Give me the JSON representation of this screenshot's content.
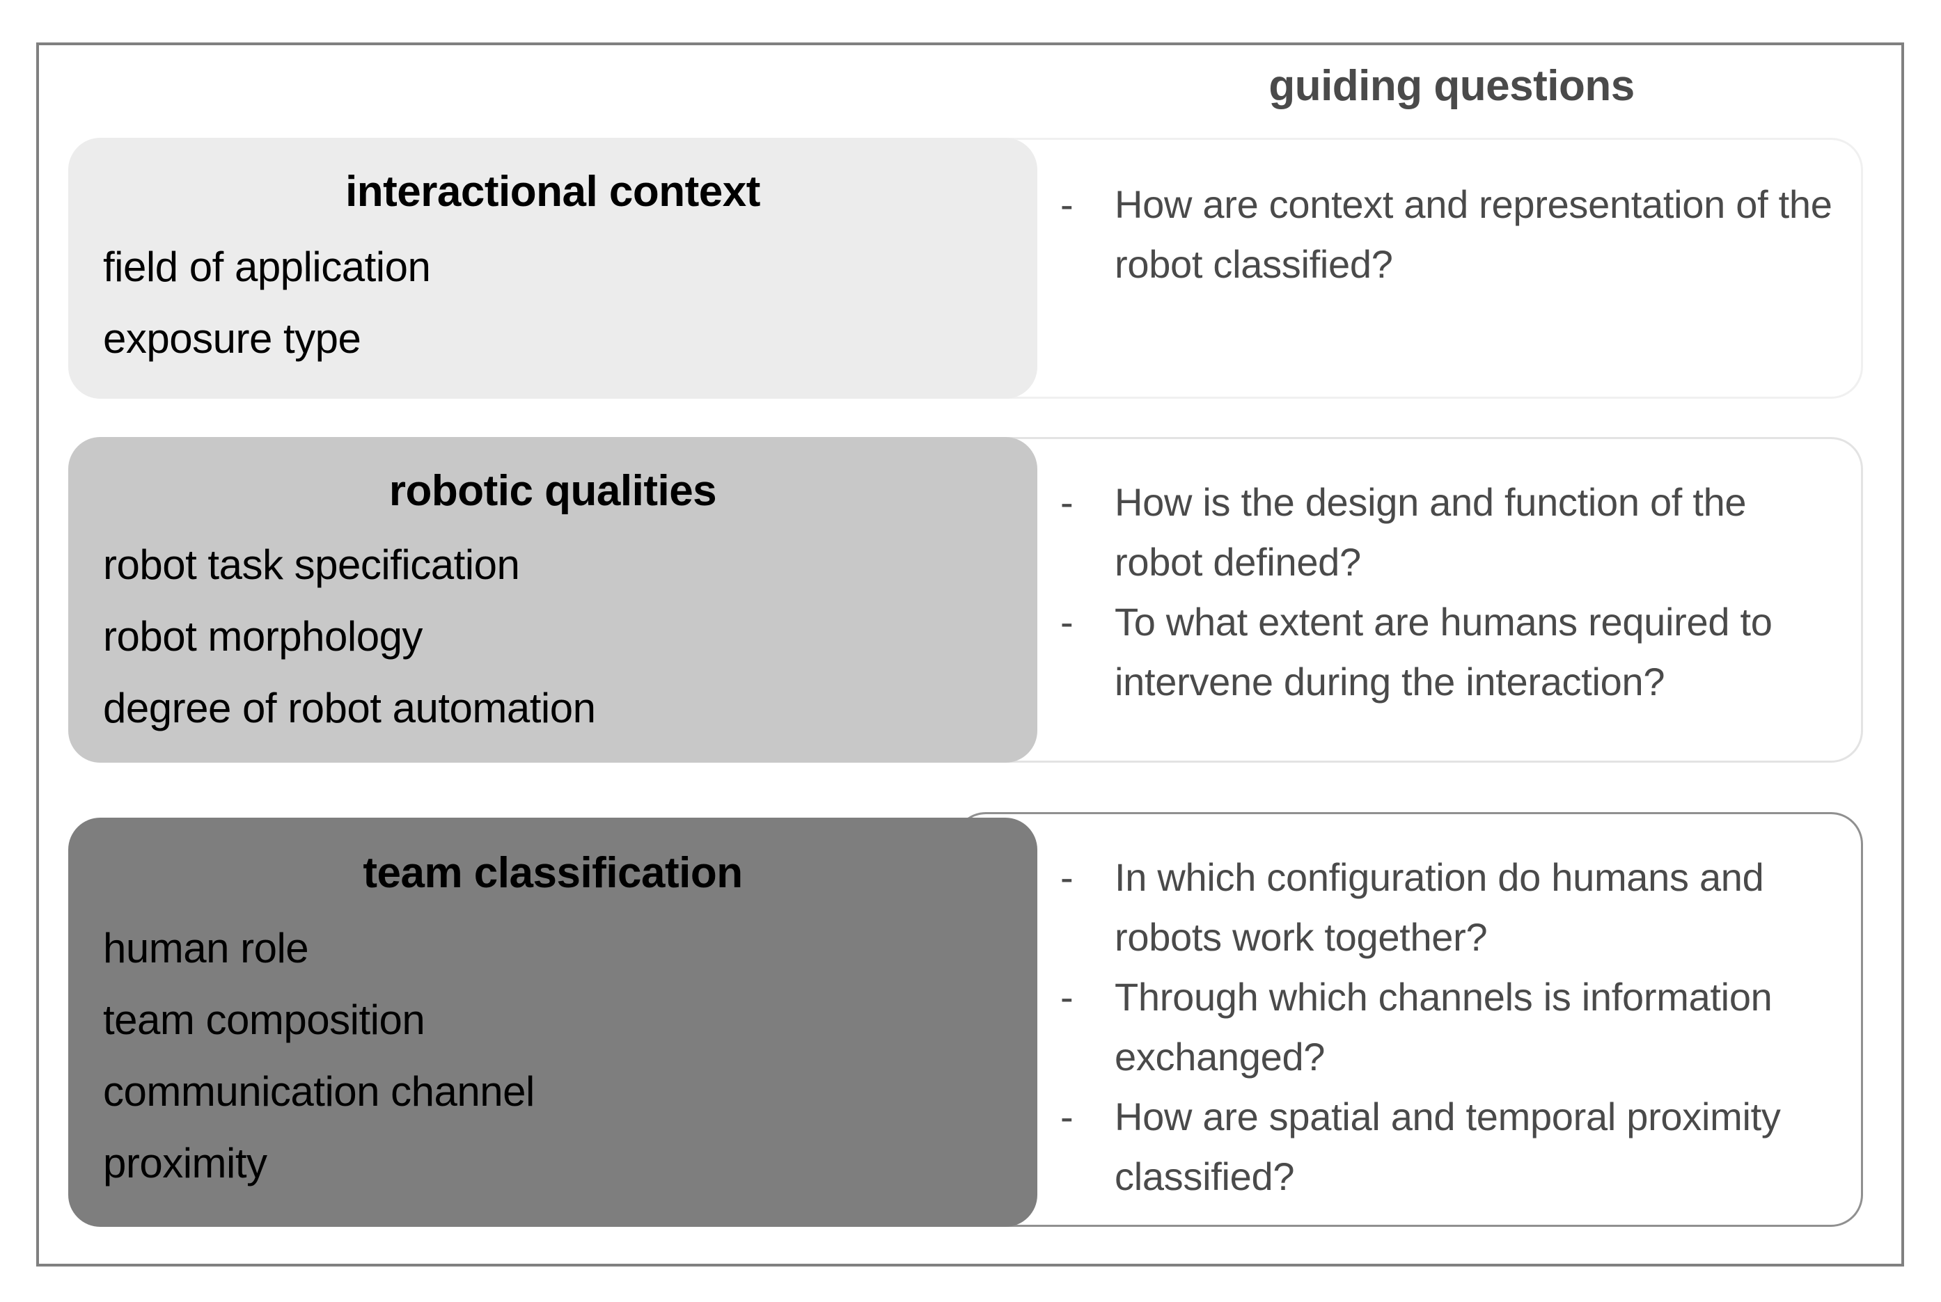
{
  "header": {
    "guiding_questions_label": "guiding questions"
  },
  "colors": {
    "frame_border": "#808080",
    "row1_fill": "#ececec",
    "row2_fill": "#c8c8c8",
    "row3_fill": "#7e7e7e",
    "question_text": "#4a4a4a",
    "category_text": "#000000"
  },
  "rows": [
    {
      "id": "interactional-context",
      "title": "interactional context",
      "attributes": [
        "field of application",
        "exposure type"
      ],
      "questions": [
        {
          "dash": "-",
          "text": "How are context and representation of the robot classified?"
        }
      ]
    },
    {
      "id": "robotic-qualities",
      "title": "robotic qualities",
      "attributes": [
        "robot task specification",
        "robot morphology",
        "degree of robot automation"
      ],
      "questions": [
        {
          "dash": "-",
          "text": "How is the design and function of the robot defined?"
        },
        {
          "dash": "-",
          "text": "To what extent are humans required to intervene during the interaction?"
        }
      ]
    },
    {
      "id": "team-classification",
      "title": "team classification",
      "attributes": [
        "human role",
        "team composition",
        "communication channel",
        "proximity"
      ],
      "questions": [
        {
          "dash": "-",
          "text": "In which configuration do humans and robots work together?"
        },
        {
          "dash": "-",
          "text": "Through which channels is information exchanged?"
        },
        {
          "dash": "-",
          "text": "How are spatial and temporal proximity classified?"
        }
      ]
    }
  ]
}
